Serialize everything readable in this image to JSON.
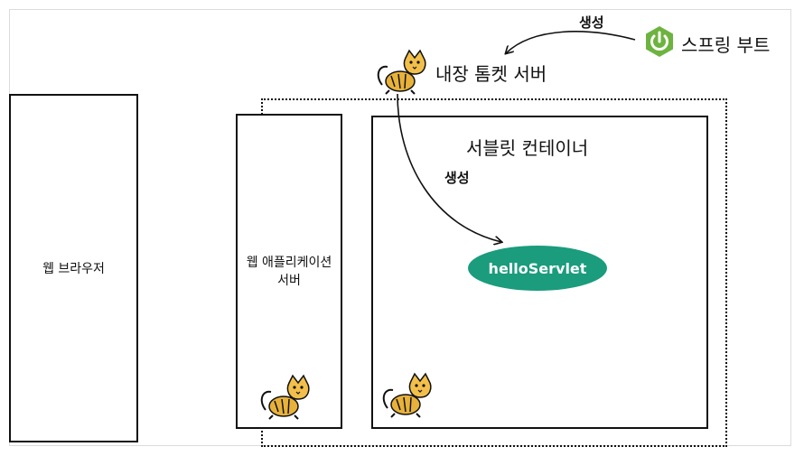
{
  "browser": {
    "label": "웹 브라우저"
  },
  "was": {
    "label_line1": "웹 애플리케이션",
    "label_line2": "서버"
  },
  "container": {
    "title": "서블릿 컨테이너"
  },
  "servlet": {
    "label": "helloServlet",
    "color": "#1a9c7d"
  },
  "embedded_tomcat": {
    "label": "내장 톰켓 서버"
  },
  "spring_boot": {
    "label": "스프링 부트",
    "logo_color": "#6db33f"
  },
  "arrows": {
    "top_label": "생성",
    "middle_label": "생성"
  },
  "icons": [
    "tomcat-cat-icon",
    "spring-power-icon"
  ]
}
